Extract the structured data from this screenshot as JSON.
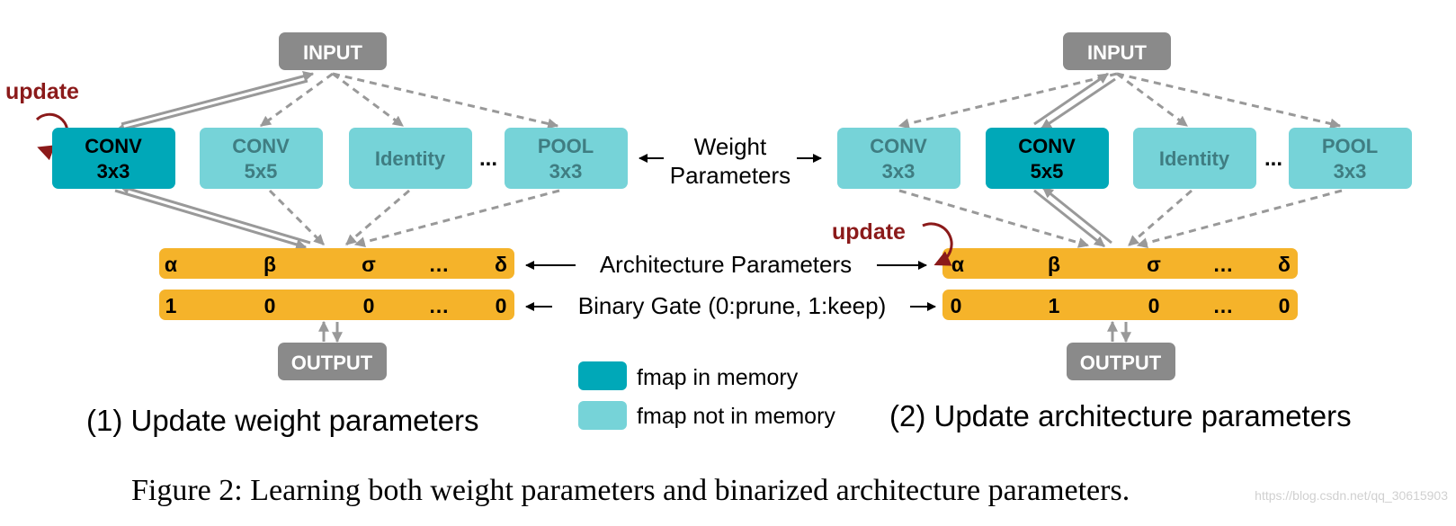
{
  "panel_left": {
    "input_label": "INPUT",
    "output_label": "OUTPUT",
    "update_label": "update",
    "ops": [
      {
        "line1": "CONV",
        "line2": "3x3",
        "active": true
      },
      {
        "line1": "CONV",
        "line2": "5x5",
        "active": false
      },
      {
        "line1": "Identity",
        "line2": "",
        "active": false
      },
      {
        "line1": "POOL",
        "line2": "3x3",
        "active": false
      }
    ],
    "ellipsis": "...",
    "arch_params": [
      "α",
      "β",
      "σ",
      "…",
      "δ"
    ],
    "binary_gates": [
      "1",
      "0",
      "0",
      "…",
      "0"
    ],
    "caption": "(1) Update weight parameters"
  },
  "panel_right": {
    "input_label": "INPUT",
    "output_label": "OUTPUT",
    "update_label": "update",
    "ops": [
      {
        "line1": "CONV",
        "line2": "3x3",
        "active": false
      },
      {
        "line1": "CONV",
        "line2": "5x5",
        "active": true
      },
      {
        "line1": "Identity",
        "line2": "",
        "active": false
      },
      {
        "line1": "POOL",
        "line2": "3x3",
        "active": false
      }
    ],
    "ellipsis": "...",
    "arch_params": [
      "α",
      "β",
      "σ",
      "…",
      "δ"
    ],
    "binary_gates": [
      "0",
      "1",
      "0",
      "…",
      "0"
    ],
    "caption": "(2) Update architecture parameters"
  },
  "center": {
    "weight_line1": "Weight",
    "weight_line2": "Parameters",
    "arch_label": "Architecture Parameters",
    "gate_label": "Binary Gate (0:prune, 1:keep)"
  },
  "legend": [
    {
      "label": "fmap in memory",
      "color": "#00a8b8"
    },
    {
      "label": "fmap not in memory",
      "color": "#76d3d8"
    }
  ],
  "figure_caption": "Figure 2: Learning both weight parameters and binarized architecture parameters.",
  "watermark": "https://blog.csdn.net/qq_30615903",
  "colors": {
    "active": "#00a8b8",
    "inactive": "#76d3d8",
    "gray_box": "#8a8a8a",
    "param_bar": "#f5b32a",
    "update": "#8b1a1a",
    "inactive_text": "#3f7d82"
  }
}
